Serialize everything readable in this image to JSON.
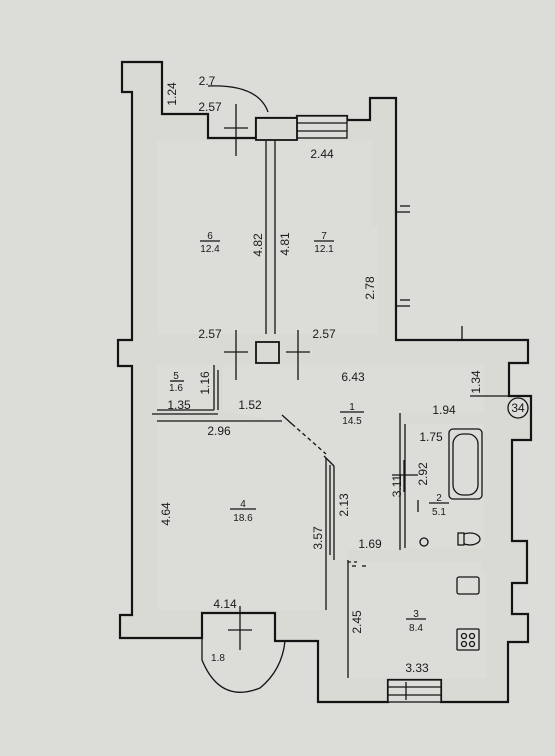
{
  "plan": {
    "badge": "34",
    "rooms": [
      {
        "id": "r1",
        "number": "1",
        "area": "14.5"
      },
      {
        "id": "r2",
        "number": "2",
        "area": "5.1"
      },
      {
        "id": "r3",
        "number": "3",
        "area": "8.4"
      },
      {
        "id": "r4",
        "number": "4",
        "area": "18.6"
      },
      {
        "id": "r5",
        "number": "5",
        "area": "1.6"
      },
      {
        "id": "r6",
        "number": "6",
        "area": "12.4"
      },
      {
        "id": "r7",
        "number": "7",
        "area": "12.1"
      }
    ],
    "dimensions": [
      "2.7",
      "1.24",
      "2.57",
      "2.44",
      "4.82",
      "4.81",
      "2.78",
      "2.57",
      "2.57",
      "1.16",
      "6.43",
      "1.34",
      "1.35",
      "1.52",
      "1.94",
      "2.96",
      "1.75",
      "3.11",
      "2.92",
      "4.64",
      "2.13",
      "3.57",
      "1.69",
      "4.14",
      "2.45",
      "3.33",
      "1.8"
    ]
  }
}
